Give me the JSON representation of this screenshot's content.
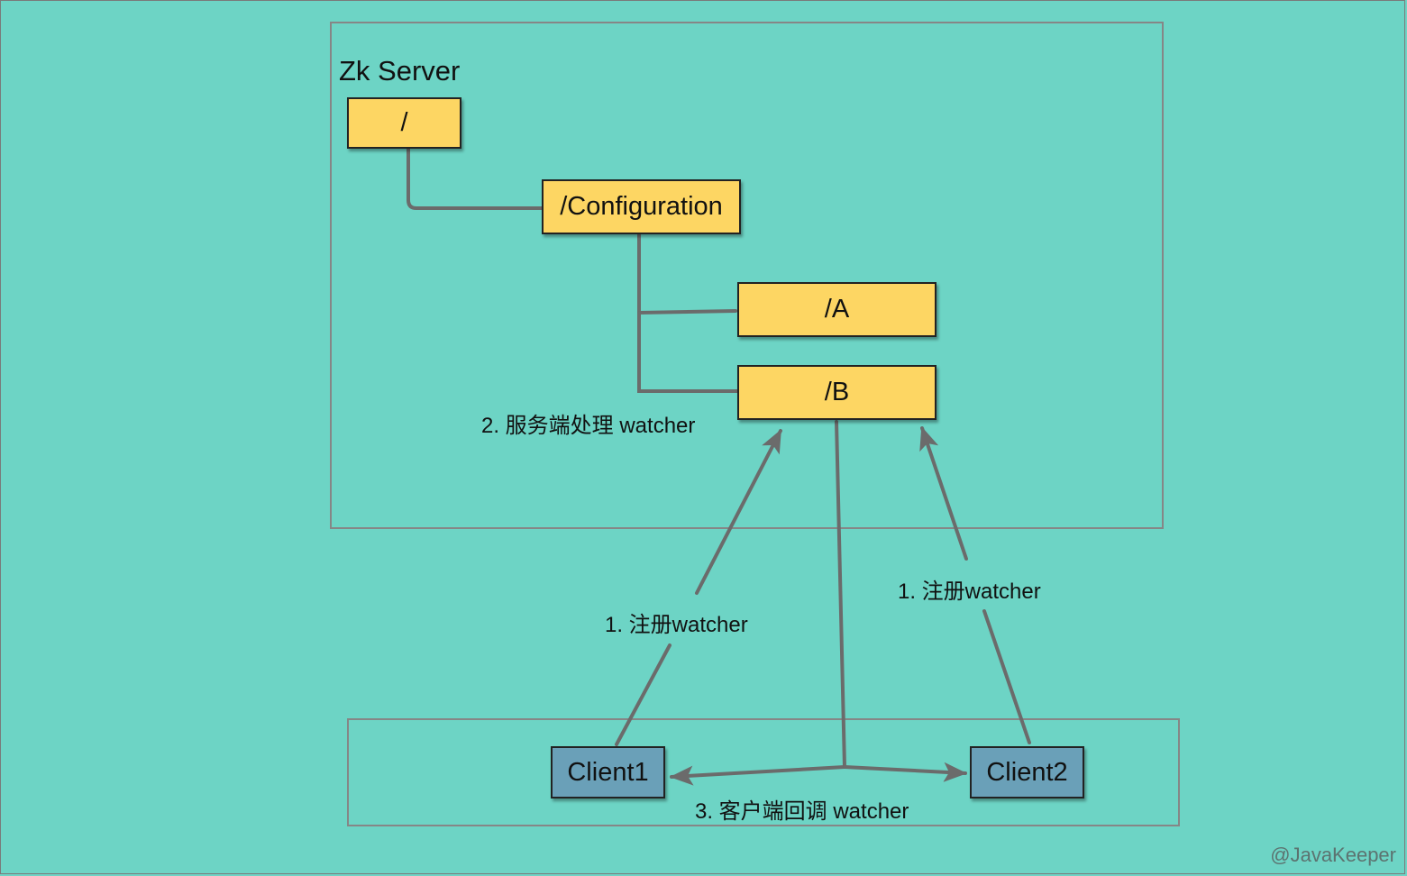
{
  "diagram": {
    "server_title": "Zk Server",
    "nodes": {
      "root": "/",
      "configuration": "/Configuration",
      "a": "/A",
      "b": "/B",
      "client1": "Client1",
      "client2": "Client2"
    },
    "labels": {
      "server_process": "2. 服务端处理 watcher",
      "register_left": "1. 注册watcher",
      "register_right": "1. 注册watcher",
      "client_callback": "3. 客户端回调 watcher"
    },
    "watermark": "@JavaKeeper",
    "colors": {
      "background": "#6dd4c5",
      "znode": "#fdd663",
      "client": "#6aa0b8",
      "edge": "#6b6b6b"
    }
  }
}
